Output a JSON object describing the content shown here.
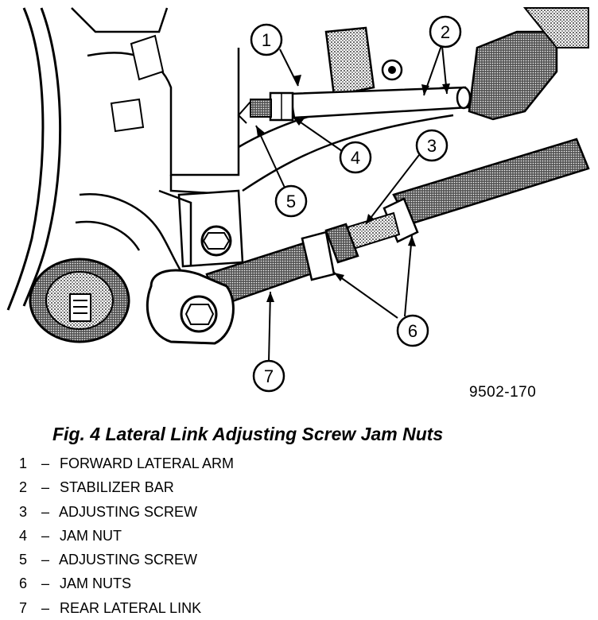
{
  "figure": {
    "code": "9502-170",
    "caption": "Fig. 4 Lateral Link Adjusting Screw Jam Nuts",
    "callouts": [
      "1",
      "2",
      "3",
      "4",
      "5",
      "6",
      "7"
    ]
  },
  "legend": [
    {
      "num": "1",
      "dash": "–",
      "label": "FORWARD LATERAL ARM"
    },
    {
      "num": "2",
      "dash": "–",
      "label": "STABILIZER BAR"
    },
    {
      "num": "3",
      "dash": "–",
      "label": "ADJUSTING SCREW"
    },
    {
      "num": "4",
      "dash": "–",
      "label": "JAM NUT"
    },
    {
      "num": "5",
      "dash": "–",
      "label": "ADJUSTING SCREW"
    },
    {
      "num": "6",
      "dash": "–",
      "label": "JAM NUTS"
    },
    {
      "num": "7",
      "dash": "–",
      "label": "REAR LATERAL LINK"
    }
  ]
}
